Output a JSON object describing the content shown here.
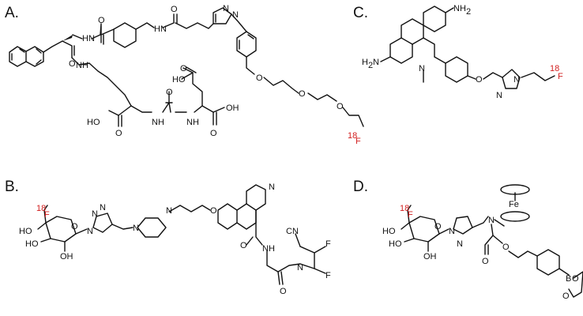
{
  "panels": [
    {
      "id": "A",
      "label": "A."
    },
    {
      "id": "B",
      "label": "B."
    },
    {
      "id": "C",
      "label": "C."
    },
    {
      "id": "D",
      "label": "D."
    }
  ],
  "atoms": {
    "nh": "NH",
    "hn": "HN",
    "n": "N",
    "o": "O",
    "ho": "HO",
    "oh": "OH",
    "nh2": "NH",
    "h2n": "H",
    "sub2": "2",
    "nn": "N",
    "fe": "Fe",
    "b": "B",
    "f": "F",
    "cn": "CN",
    "iso18": "18",
    "f18": "F"
  },
  "colors": {
    "ink": "#111111",
    "isotope": "#d22020",
    "background": "#ffffff"
  }
}
